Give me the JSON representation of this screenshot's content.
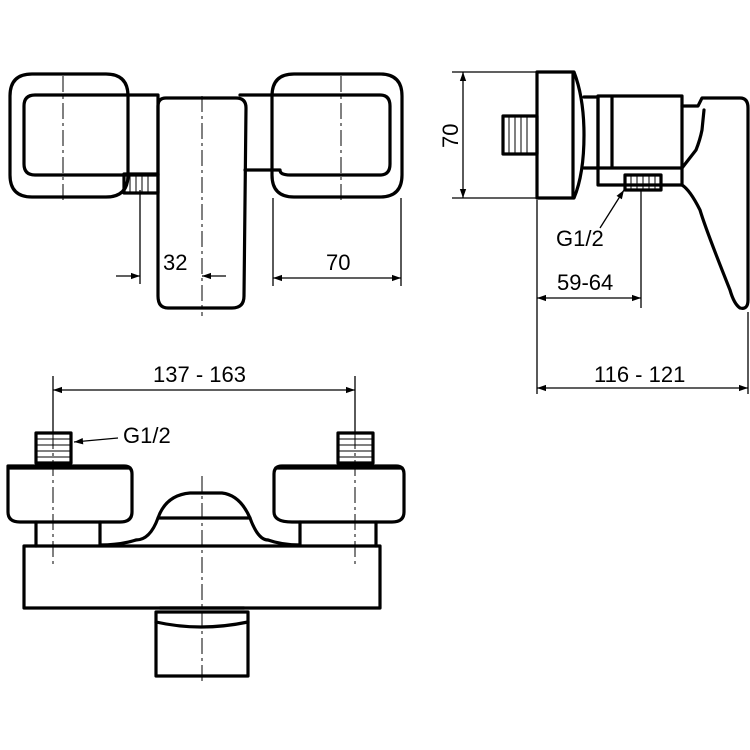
{
  "views": {
    "top": {
      "dim_spindle": "32",
      "dim_cap": "70"
    },
    "side": {
      "dim_height": "70",
      "thread_label": "G1/2",
      "dim_inlet": "59-64",
      "dim_overall": "116 - 121"
    },
    "front": {
      "dim_centers": "137 - 163",
      "thread_label": "G1/2"
    }
  }
}
